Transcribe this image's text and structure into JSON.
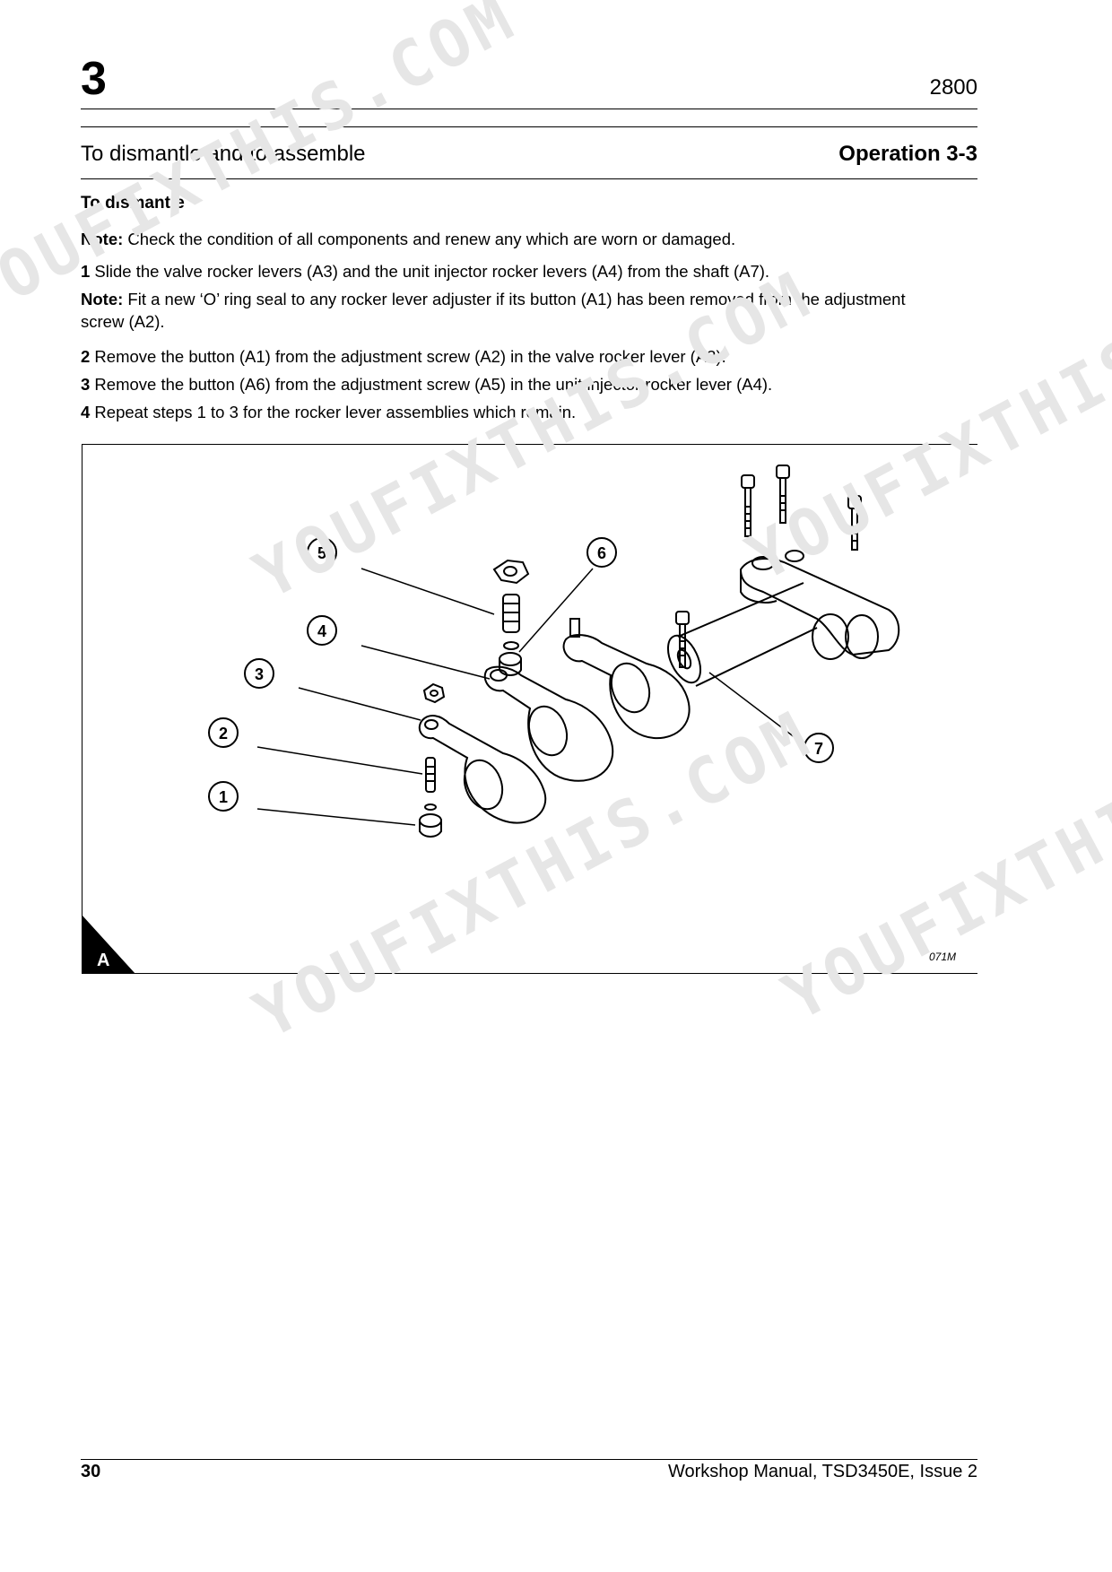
{
  "header": {
    "chapter": "3",
    "model": "2800"
  },
  "section": {
    "title": "To dismantle and to assemble",
    "operation": "Operation 3-3"
  },
  "subheading": "To dismantle",
  "paragraphs": [
    {
      "lead": "Note:",
      "text": " Check the condition of all components and renew any which are worn or damaged."
    },
    {
      "lead": "1",
      "text": "  Slide the valve rocker levers (A3) and the unit injector rocker levers (A4) from the shaft (A7)."
    },
    {
      "lead": "Note:",
      "text": " Fit a new ‘O’ ring seal to any rocker lever adjuster if its button (A1) has been removed from the adjustment screw (A2)."
    },
    {
      "lead": "2",
      "text": "  Remove the button (A1) from the adjustment screw (A2) in the valve rocker lever (A3)."
    },
    {
      "lead": "3",
      "text": "  Remove the button (A6) from the adjustment screw (A5) in the unit injector rocker lever (A4)."
    },
    {
      "lead": "4",
      "text": "  Repeat steps 1 to 3 for the rocker lever assemblies which remain."
    }
  ],
  "figure": {
    "label": "A",
    "code": "071M",
    "callouts": [
      "1",
      "2",
      "3",
      "4",
      "5",
      "6",
      "7"
    ]
  },
  "footer": {
    "page": "30",
    "title": "Workshop Manual, TSD3450E, Issue 2"
  },
  "watermark": {
    "text": "YOUFIXTHIS.COM"
  }
}
